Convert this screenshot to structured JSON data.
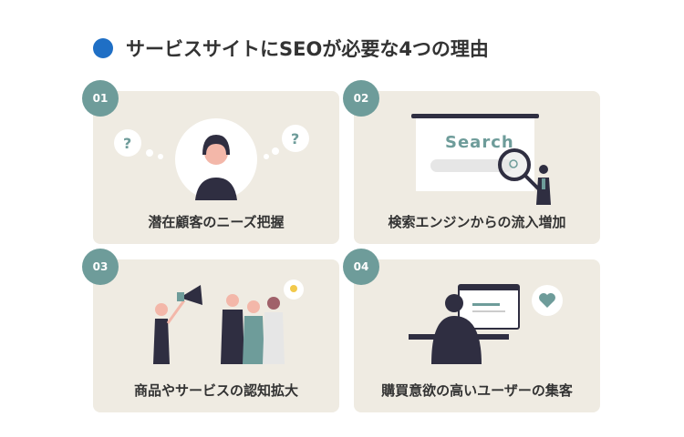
{
  "title": "サービスサイトにSEOが必要な4つの理由",
  "colors": {
    "accent": "#1f6fc5",
    "badge": "#6e9c9a",
    "card": "#efebe2"
  },
  "cards": [
    {
      "number": "01",
      "label": "潜在顧客のニーズ把握",
      "illustration": "woman-with-question-marks"
    },
    {
      "number": "02",
      "label": "検索エンジンからの流入増加",
      "illustration": "search-window-magnifier",
      "search_text": "Search"
    },
    {
      "number": "03",
      "label": "商品やサービスの認知拡大",
      "illustration": "megaphone-crowd"
    },
    {
      "number": "04",
      "label": "購買意欲の高いユーザーの集客",
      "illustration": "user-at-computer-heart"
    }
  ]
}
